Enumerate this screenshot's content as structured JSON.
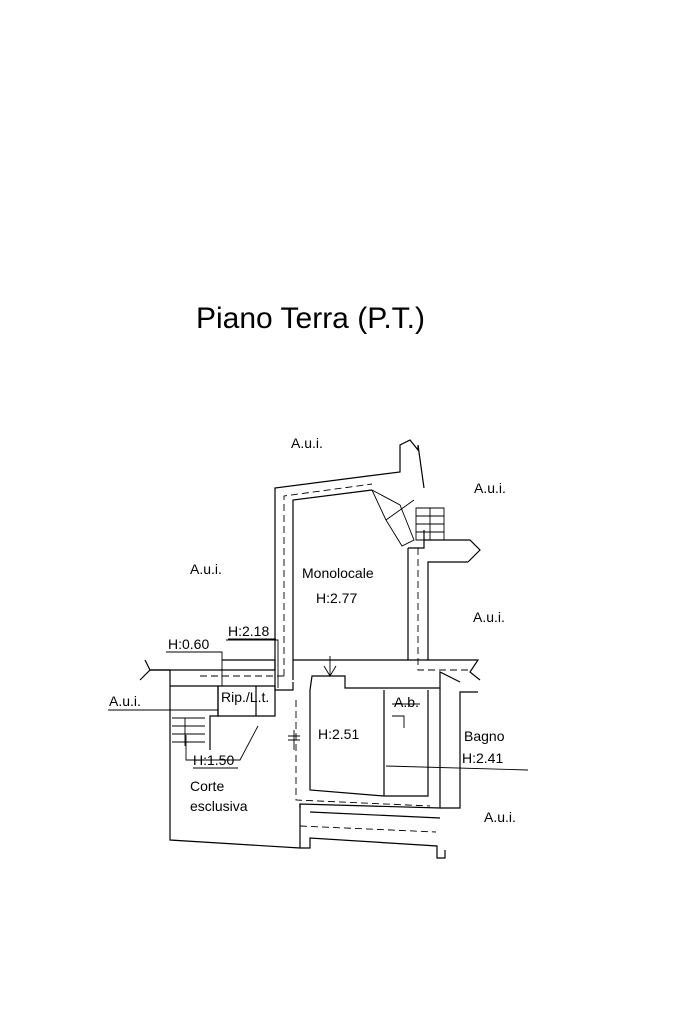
{
  "title": "Piano Terra (P.T.)",
  "labels": {
    "aui_top": "A.u.i.",
    "aui_right_top": "A.u.i.",
    "aui_left": "A.u.i.",
    "aui_right_mid": "A.u.i.",
    "aui_far_left": "A.u.i.",
    "aui_bottom_right": "A.u.i.",
    "monolocale": "Monolocale",
    "h_monolocale": "H:2.77",
    "h_218": "H:2.18",
    "h_060": "H:0.60",
    "rip_lt": "Rip./L.t.",
    "ab": "A.b.",
    "h_251": "H:2.51",
    "bagno": "Bagno",
    "h_241": "H:2.41",
    "h_150": "H:1.50",
    "corte": "Corte",
    "esclusiva": "esclusiva"
  }
}
